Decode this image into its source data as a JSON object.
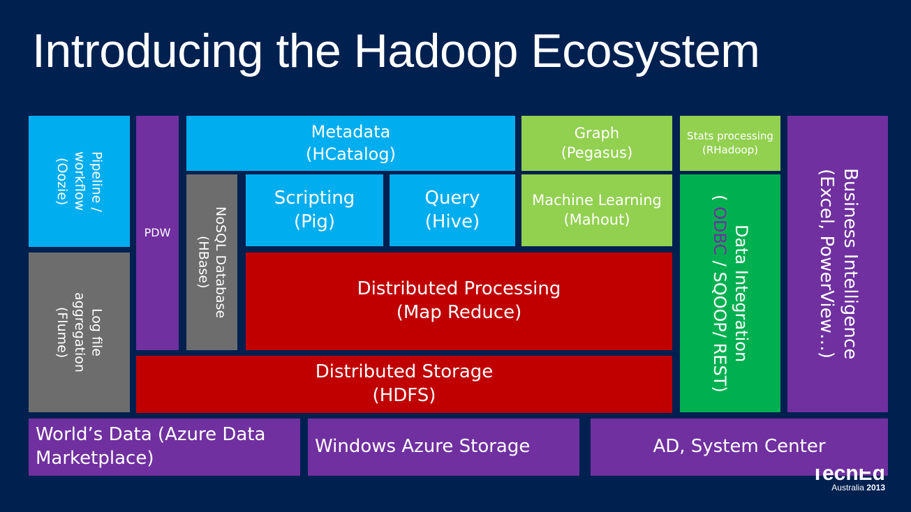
{
  "title": "Introducing the Hadoop Ecosystem",
  "colors": {
    "background": "#002050",
    "cyan": "#00adef",
    "purple": "#7030a0",
    "gray": "#6d6d6d",
    "red": "#c00000",
    "light_green": "#92d050",
    "green": "#00b050"
  },
  "boxes": {
    "pipeline": "Pipeline /\nworkflow\n(Oozie)",
    "log": "Log file\naggregation\n(Flume)",
    "pdw": "PDW",
    "metadata": "Metadata\n(HCatalog)",
    "nosql": "NoSQL Database\n(HBase)",
    "scripting": "Scripting\n(Pig)",
    "query": "Query\n(Hive)",
    "processing": "Distributed Processing\n(Map Reduce)",
    "storage": "Distributed Storage\n(HDFS)",
    "graph": "Graph\n(Pegasus)",
    "ml": "Machine Learning\n(Mahout)",
    "stats": "Stats processing\n(RHadoop)",
    "integration_line1": "Data Integration",
    "integration_line2_prefix": "( ",
    "integration_line2_accent": "ODBC",
    "integration_line2_suffix": " / SQOOP/ REST)",
    "bi": "Business Intelligence\n(Excel, PowerView…)",
    "worlds_data": "World’s Data (Azure Data\nMarketplace)",
    "azure_storage": "Windows Azure Storage",
    "ad": "AD, System Center"
  },
  "logo": {
    "word": "TechEd",
    "region": "Australia",
    "year": "2013"
  }
}
